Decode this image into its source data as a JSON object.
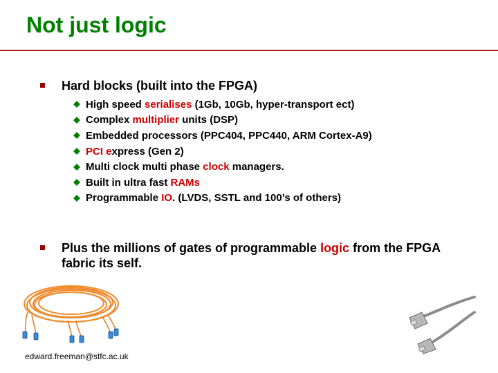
{
  "title": "Not just logic",
  "bullets": [
    {
      "text": "Hard blocks (built into the FPGA)",
      "items": [
        {
          "before": "High speed ",
          "highlight": "serialises",
          "after": " (1Gb, 10Gb, hyper-transport ect)"
        },
        {
          "before": "Complex ",
          "highlight": "multiplier",
          "after": " units (DSP)"
        },
        {
          "before": "Embedded processors (PPC404, PPC440, ARM Cortex-A9)",
          "highlight": "",
          "after": ""
        },
        {
          "before": "",
          "highlight": "PCI e",
          "after": "xpress (Gen 2)"
        },
        {
          "before": "Multi clock multi phase ",
          "highlight": "clock",
          "after": " managers."
        },
        {
          "before": "Built in ultra fast ",
          "highlight": "RAMs",
          "after": ""
        },
        {
          "before": "Programmable ",
          "highlight": "IO",
          "after": ". (LVDS, SSTL and 100’s of others)"
        }
      ]
    },
    {
      "before": "Plus the millions of gates of programmable ",
      "highlight": "logic",
      "after": " from the FPGA fabric its self."
    }
  ],
  "footer_email": "edward.freeman@stfc.ac.uk",
  "colors": {
    "title": "#008000",
    "highlight": "#cc0000",
    "rule": "#b01c1c",
    "bullet": "#990000",
    "sub_bullet": "#008000"
  },
  "images": [
    "fiber-optic-cable-coil",
    "rj45-network-cables"
  ]
}
